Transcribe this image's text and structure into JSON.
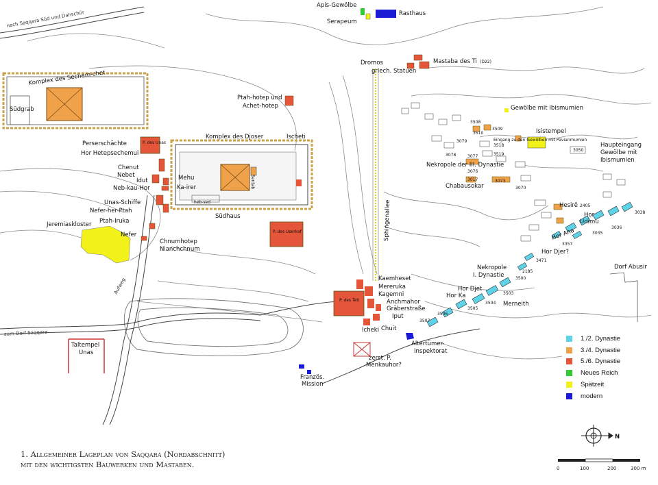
{
  "colors": {
    "early_dynastic": "#5fd3e6",
    "dyn3_4": "#f0a24a",
    "dyn5_6": "#e4553a",
    "new_kingdom": "#35c935",
    "late_period": "#f2f21a",
    "modern": "#1b1bd6"
  },
  "labels": {
    "nach_saqqara": "nach Saqqara Süd und Dahschûr",
    "komplex_sechem": "Komplex des Sechem-chet",
    "suedgrab": "Südgrab",
    "perserschaechte": "Perserschächte",
    "hor_hetepsechemui": "Hor Hetepsechemui",
    "chenut": "Chenut",
    "nebet": "Nebet",
    "idut": "Idut",
    "neb_kau_hor": "Neb-kau-Hor",
    "mehu": "Mehu",
    "ka_irer": "Ka-irer",
    "unas_schiffe": "Unas-Schiffe",
    "nefer_her_ptah": "Nefer-her-Ptah",
    "ptah_iruka": "Ptah-Iruka",
    "nefer": "Nefer",
    "jeremiaskloster": "Jeremiaskloster",
    "chnumhotep": "Chnumhotep",
    "nianchchnum": "Nianchchnum",
    "p_des_unas": "P. des Unas",
    "komplex_djoser": "Komplex des Djoser",
    "ischeti": "Ischeti",
    "heb_sed": "heb-sed",
    "serdab": "Serdab",
    "suedhaus": "Südhaus",
    "p_des_userkaf": "P. des Userkaf",
    "ptah_hotep": "Ptah-hotep und",
    "achet_hotep": "Achet-hotep",
    "apis_gewoelbe": "Apis-Gewölbe",
    "serapeum": "Serapeum",
    "rasthaus": "Rasthaus",
    "dromos": "Dromos",
    "griech_statuen": "griech. Statuen",
    "mastaba_ti": "Mastaba des Ti",
    "d22": "(D22)",
    "sphingenallee": "Sphingenallee",
    "gewoelbe_ibis": "Gewölbe mit Ibismumien",
    "isistempel": "Isistempel",
    "eingang_gewoelben": "Eingang zu den Gewölben mit Pavianmumien",
    "haupteingang_1": "Haupteingang",
    "haupteingang_2": "Gewölbe mit",
    "haupteingang_3": "Ibismumien",
    "nekropole_iii": "Nekropole der III. Dynastie",
    "chabausokar": "Chabausokar",
    "hesire": "Hesirê",
    "hor_udimu_1": "Hor",
    "hor_udimu_2": "Udimu",
    "hor_aha": "Hor Aha",
    "hor_djer": "Hor Djer?",
    "dorf_abusir": "Dorf Abusir",
    "nekropole_i_1": "Nekropole",
    "nekropole_i_2": "I. Dynastie",
    "hor_djet": "Hor Djet",
    "merneith": "Merneith",
    "hor_ka": "Hor Ka",
    "kaemheset": "Kaemheset",
    "mereruka": "Mereruka",
    "kagemni": "Kagemni",
    "anchmahor": "Anchmahor",
    "graeberstrasse": "Gräberstraße",
    "iput": "Iput",
    "p_des_teti": "P. des Teti",
    "icheki": "Icheki",
    "chuit": "Chuit",
    "altertuemer_1": "Altertümer-",
    "altertuemer_2": "Inspektorat",
    "zerst_p": "zerst. P.",
    "menkauhor": "Menkauhor?",
    "franzoes_1": "Französ.",
    "franzoes_2": "Mission",
    "taltempel_1": "Taltempel",
    "taltempel_2": "Unas",
    "aufweg": "Aufweg",
    "zum_dorf": "zum Dorf Saqqara",
    "n": "N",
    "m3508": "3508",
    "m3509": "3509",
    "m3510": "3510",
    "m3518": "3518",
    "m3519": "3519",
    "m3078": "3078",
    "m3079": "3079",
    "m3077": "3077",
    "m3076": "3076",
    "m3070": "3070",
    "m3050": "3050",
    "m2405": "2405",
    "m3036": "3036",
    "m3035": "3035",
    "m3038": "3038",
    "m3357": "3357",
    "m3471": "3471",
    "m2185": "2185",
    "m3500": "3500",
    "m3503": "3503",
    "m3504": "3504",
    "m3505": "3505",
    "m3506": "3506",
    "m3507": "3507",
    "m3073": "3073",
    "m3017": "3017"
  },
  "legend": [
    {
      "label": "1./2. Dynastie",
      "color": "#5fd3e6"
    },
    {
      "label": "3./4. Dynastie",
      "color": "#f0a24a"
    },
    {
      "label": "5./6. Dynastie",
      "color": "#e4553a"
    },
    {
      "label": "Neues Reich",
      "color": "#35c935"
    },
    {
      "label": "Spätzeit",
      "color": "#f2f21a"
    },
    {
      "label": "modern",
      "color": "#1b1bd6"
    }
  ],
  "caption": {
    "line1": "1. Allgemeiner Lageplan von Saqqara (Nordabschnitt)",
    "line2": "mit den wichtigsten Bauwerken und Mastaben."
  },
  "scale": {
    "ticks": [
      "0",
      "100",
      "200",
      "300 m"
    ]
  }
}
